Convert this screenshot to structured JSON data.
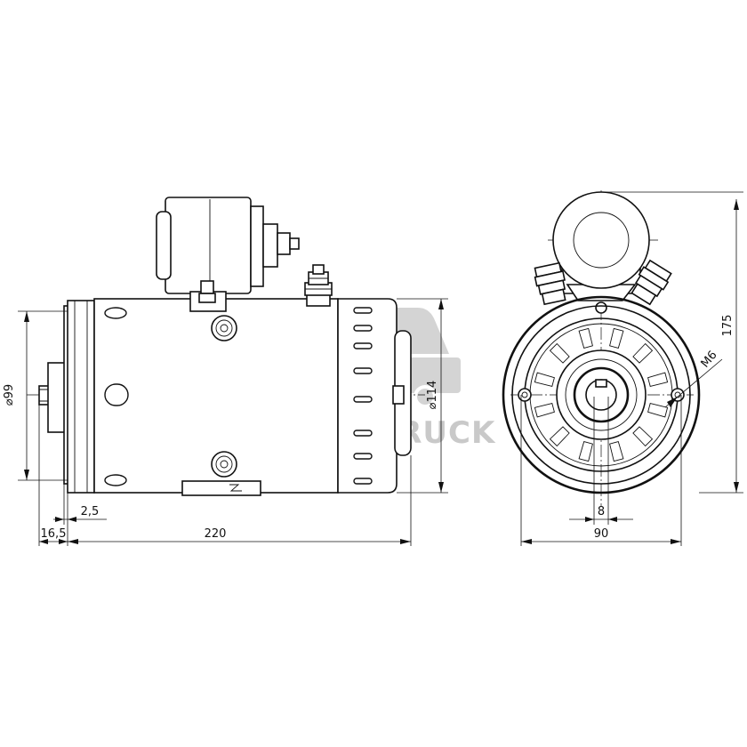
{
  "watermark": {
    "text": "HYDROTRUCK",
    "color": "#c9c9c9"
  },
  "dimensions": {
    "side_view": {
      "diameter_flange": "⌀99",
      "diameter_body": "⌀114",
      "shaft_offset": "2,5",
      "shaft_length": "16,5",
      "body_length": "220"
    },
    "end_view": {
      "total_height": "175",
      "body_width": "90",
      "shaft_key": "8",
      "thread": "M6"
    }
  },
  "colors": {
    "line": "#111111",
    "background": "#ffffff"
  }
}
